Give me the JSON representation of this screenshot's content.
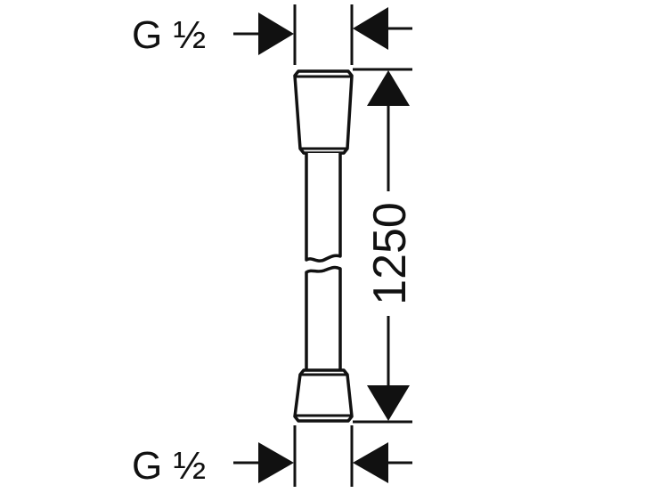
{
  "drawing": {
    "top_connection_label": "G ½",
    "bottom_connection_label": "G ½",
    "length_dimension": "1250",
    "colors": {
      "line": "#111111",
      "background": "#ffffff"
    }
  }
}
